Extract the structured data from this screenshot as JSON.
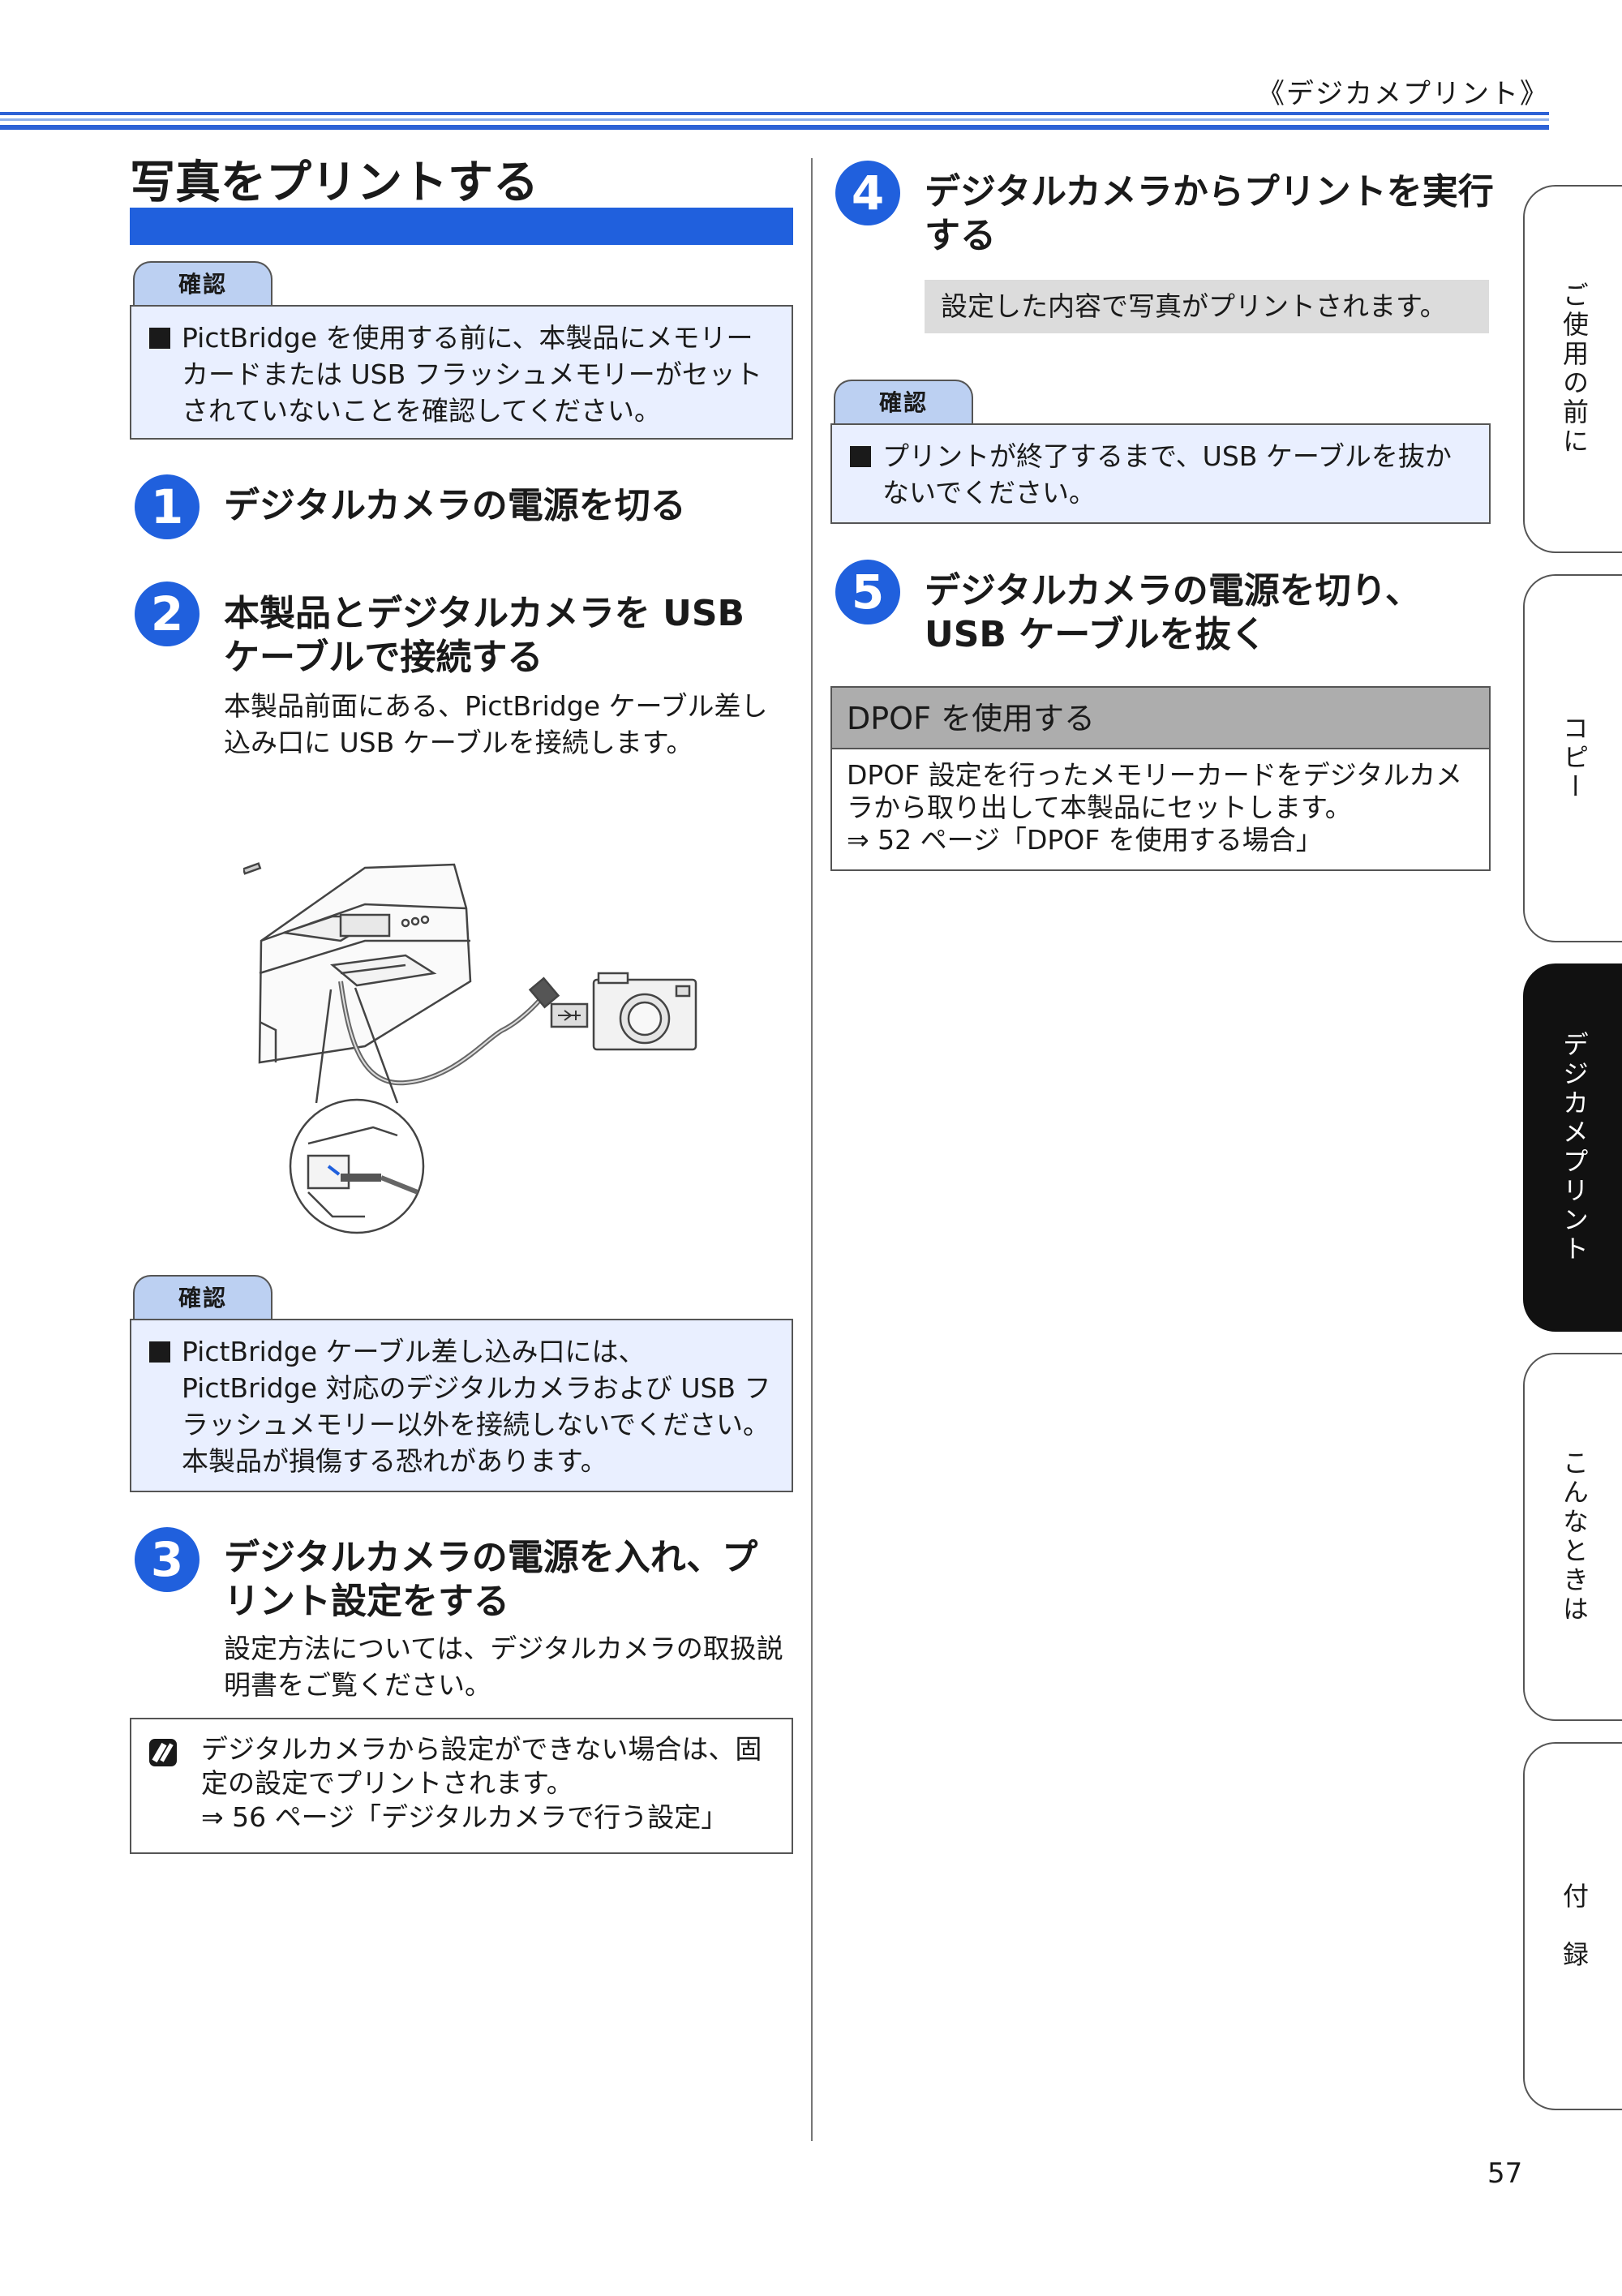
{
  "header": {
    "section_label": "《デジカメプリント》"
  },
  "page_title": "写真をプリントする",
  "confirm_label": "確認",
  "confirm1": "PictBridge を使用する前に、本製品にメモリーカードまたは USB フラッシュメモリーがセットされていないことを確認してください。",
  "steps": [
    {
      "num": "1",
      "title": "デジタルカメラの電源を切る",
      "body": ""
    },
    {
      "num": "2",
      "title": "本製品とデジタルカメラを USB ケーブルで接続する",
      "body": "本製品前面にある、PictBridge ケーブル差し込み口に USB ケーブルを接続します。"
    },
    {
      "num": "3",
      "title": "デジタルカメラの電源を入れ、プリント設定をする",
      "body": "設定方法については、デジタルカメラの取扱説明書をご覧ください。"
    },
    {
      "num": "4",
      "title": "デジタルカメラからプリントを実行する",
      "body": "設定した内容で写真がプリントされます。"
    },
    {
      "num": "5",
      "title": "デジタルカメラの電源を切り、USB ケーブルを抜く",
      "body": ""
    }
  ],
  "confirm2": "PictBridge ケーブル差し込み口には、PictBridge 対応のデジタルカメラおよび USB フラッシュメモリー以外を接続しないでください。本製品が損傷する恐れがあります。",
  "note": {
    "line1": "デジタルカメラから設定ができない場合は、固定の設定でプリントされます。",
    "line2": "⇒ 56 ページ「デジタルカメラで行う設定」"
  },
  "confirm3": "プリントが終了するまで、USB ケーブルを抜かないでください。",
  "dpof": {
    "heading": "DPOF を使用する",
    "line1": "DPOF 設定を行ったメモリーカードをデジタルカメラから取り出して本製品にセットします。",
    "line2": "⇒ 52 ページ「DPOF を使用する場合」"
  },
  "side_tabs": [
    {
      "label": "ご使用の前に",
      "active": false
    },
    {
      "label": "コピー",
      "active": false
    },
    {
      "label": "デジカメプリント",
      "active": true
    },
    {
      "label": "こんなときは",
      "active": false
    },
    {
      "label": "付　録",
      "active": false
    }
  ],
  "page_number": "57"
}
